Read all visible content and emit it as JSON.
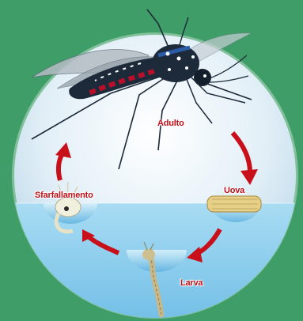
{
  "diagram": {
    "stages": {
      "adult": "Adulto",
      "eggs": "Uova",
      "larva": "Larva",
      "emergence": "Sfarfallamento"
    },
    "colors": {
      "background": "#3f9e68",
      "circle_fill": "#dcecf6",
      "water": "#8fd0ef",
      "arrow": "#c8101a",
      "label": "#c0101a",
      "mosquito_body": "#1c2a3a",
      "mosquito_accent": "#b8102a"
    }
  }
}
